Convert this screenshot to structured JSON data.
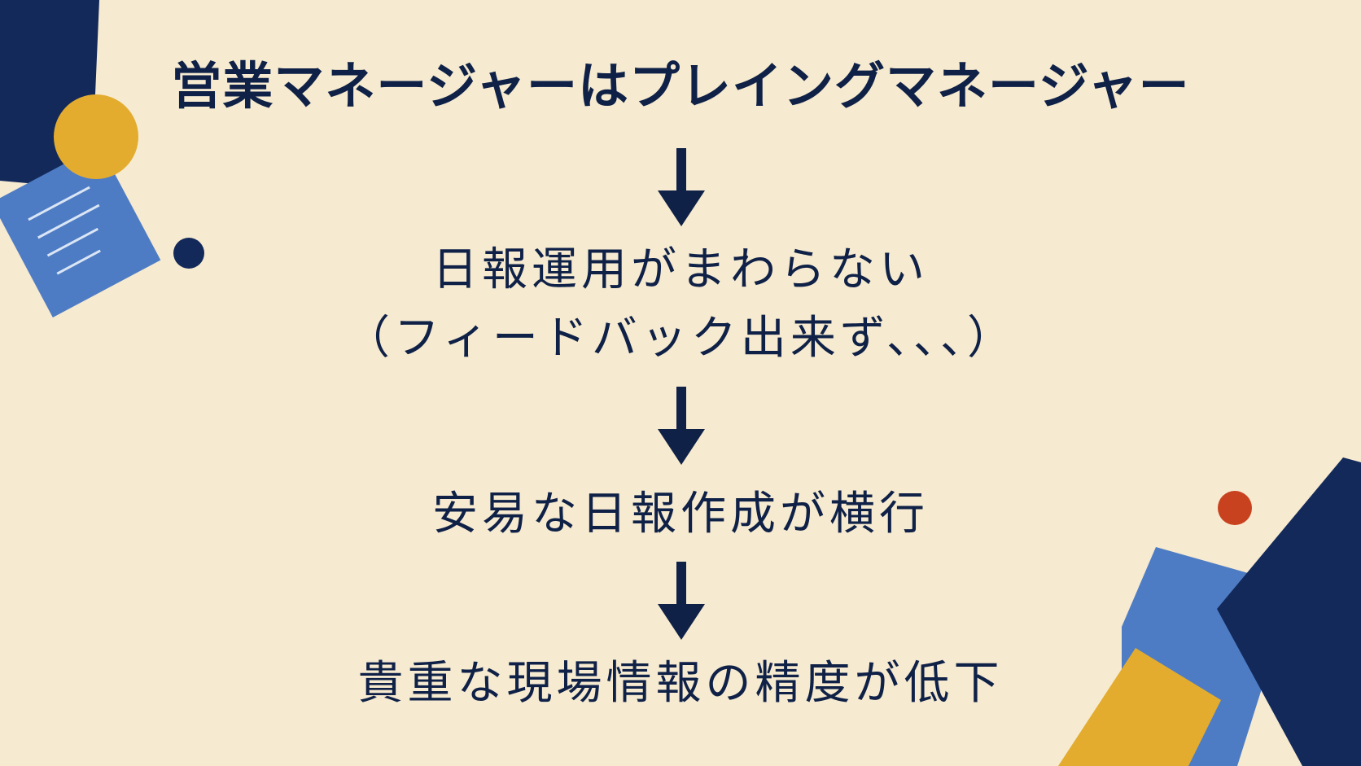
{
  "flow": {
    "title": "営業マネージャーはプレイングマネージャー",
    "steps": [
      "日報運用がまわらない",
      "（フィードバック出来ず、、、）",
      "安易な日報作成が横行",
      "貴重な現場情報の精度が低下"
    ]
  },
  "colors": {
    "background": "#f6ead0",
    "text": "#0f2147",
    "navy": "#13295a",
    "blue": "#4e7cc4",
    "mustard": "#e3ac2e",
    "red": "#c8421f"
  },
  "icons": [
    "arrow-down-icon",
    "note-icon"
  ]
}
